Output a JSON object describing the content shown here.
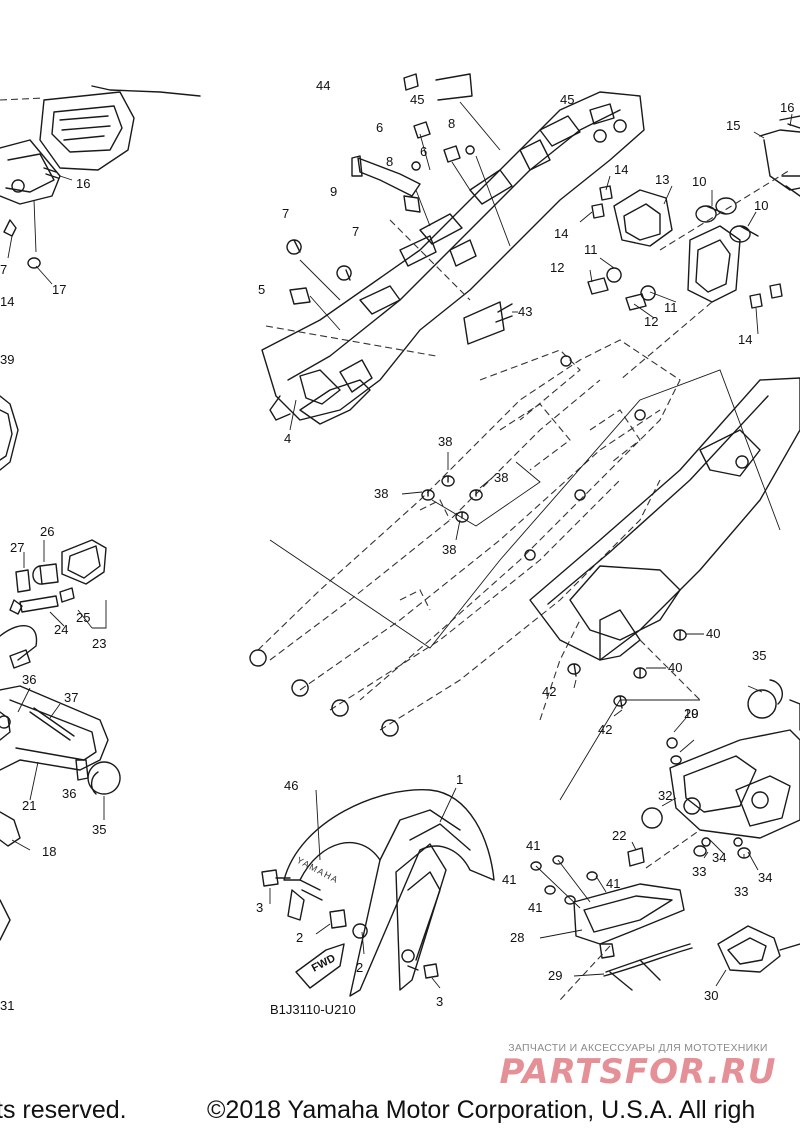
{
  "diagram_code": "B1J3110-U210",
  "footer": {
    "left_text": "ts reserved.",
    "right_text": "©2018 Yamaha Motor Corporation, U.S.A. All righ"
  },
  "watermark": {
    "line1": "ЗАПЧАСТИ И АКСЕССУАРЫ ДЛЯ МОТОТЕХНИКИ",
    "line2": "PARTSFOR.RU"
  },
  "fender_text": "YAMAHA",
  "fwd_label": "FWD",
  "colors": {
    "line": "#1a1a1a",
    "watermark": "#e58f96"
  },
  "callouts": [
    "1",
    "2",
    "3",
    "4",
    "5",
    "6",
    "7",
    "8",
    "9",
    "10",
    "11",
    "12",
    "13",
    "14",
    "15",
    "16",
    "17",
    "18",
    "19",
    "20",
    "21",
    "22",
    "23",
    "24",
    "25",
    "26",
    "27",
    "28",
    "29",
    "30",
    "31",
    "32",
    "33",
    "34",
    "35",
    "36",
    "37",
    "38",
    "39",
    "40",
    "41",
    "42",
    "43",
    "44",
    "45",
    "46"
  ]
}
